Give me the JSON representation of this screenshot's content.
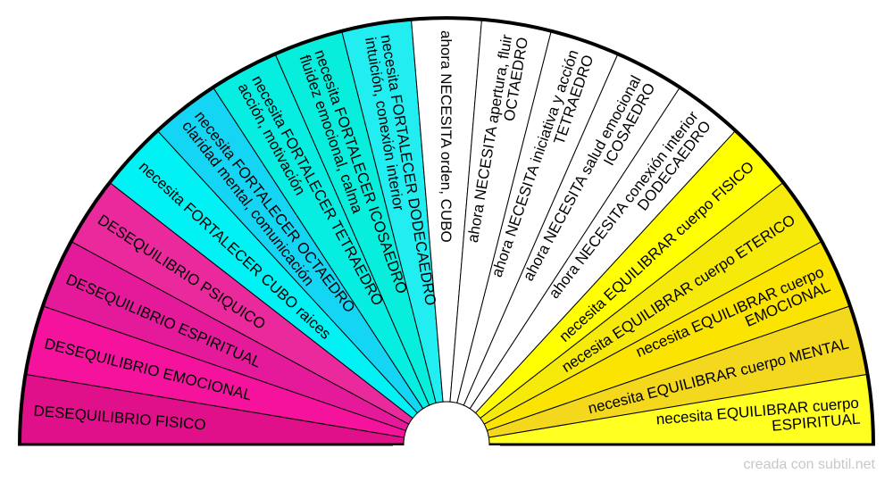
{
  "segments": [
    {
      "lines": [
        "DESEQUILIBRIO FISICO"
      ],
      "color": "#e0108a"
    },
    {
      "lines": [
        "DESEQUILIBRIO EMOCIONAL"
      ],
      "color": "#f5129c"
    },
    {
      "lines": [
        "DESEQUILIBRIO ESPIRITUAL"
      ],
      "color": "#e51a9a"
    },
    {
      "lines": [
        "DESEQUILIBRIO PSIQUICO"
      ],
      "color": "#ea2a9c"
    },
    {
      "lines": [
        "necesita FORTALECER CUBO raices"
      ],
      "color": "#00f2f4"
    },
    {
      "lines": [
        "necesita FORTALECER OCTAEDRO",
        "claridad mental, comunicación"
      ],
      "color": "#14d6f4"
    },
    {
      "lines": [
        "necesita FORTALECER TETRAEDRO",
        "acción, motivación"
      ],
      "color": "#06eee2"
    },
    {
      "lines": [
        "necesita FORTALECER ICOSAEDRO",
        "fluidez emocional, calma"
      ],
      "color": "#08eedc"
    },
    {
      "lines": [
        "necesita FORTALECER DODECAEDRO",
        "intuición, conexión interior"
      ],
      "color": "#22eef2"
    },
    {
      "lines": [
        "ahora NECESITA orden, CUBO"
      ],
      "color": "#ffffff"
    },
    {
      "lines": [
        "ahora NECESITA apertura, fluir",
        "OCTAEDRO"
      ],
      "color": "#ffffff"
    },
    {
      "lines": [
        "ahora NECESITA iniciativa y acción",
        "TETRAEDRO"
      ],
      "color": "#ffffff"
    },
    {
      "lines": [
        "ahora NECESITA salud emocional",
        "ICOSAEDRO"
      ],
      "color": "#ffffff"
    },
    {
      "lines": [
        "ahora NECESITA conexión interior",
        "DODECAEDRO"
      ],
      "color": "#ffffff"
    },
    {
      "lines": [
        "necesita EQUILIBRAR cuerpo FISICO"
      ],
      "color": "#ffff00"
    },
    {
      "lines": [
        "necesita EQUILIBRAR cuerpo ETERICO"
      ],
      "color": "#f6ea0a"
    },
    {
      "lines": [
        "necesita EQUILIBRAR cuerpo",
        "EMOCIONAL"
      ],
      "color": "#fae400"
    },
    {
      "lines": [
        "necesita EQUILIBRAR cuerpo MENTAL"
      ],
      "color": "#f3d81e"
    },
    {
      "lines": [
        "necesita EQUILIBRAR cuerpo",
        "ESPIRITUAL"
      ],
      "color": "#ffff22"
    }
  ],
  "credit": "creada con subtil.net"
}
